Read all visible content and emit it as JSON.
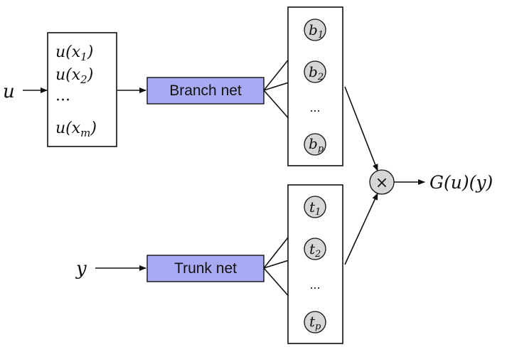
{
  "colors": {
    "net_box_fill": "#a9aaf4",
    "node_fill": "#d6d6d6",
    "stroke": "#111111"
  },
  "input": {
    "u": "u",
    "y": "y"
  },
  "sensors": {
    "items": [
      {
        "base": "u(x",
        "sub": "1",
        "close": ")"
      },
      {
        "base": "u(x",
        "sub": "2",
        "close": ")"
      },
      {
        "base": "···",
        "sub": "",
        "close": ""
      },
      {
        "base": "u(x",
        "sub": "m",
        "close": ")"
      }
    ]
  },
  "branch_net": {
    "label": "Branch net"
  },
  "trunk_net": {
    "label": "Trunk net"
  },
  "branch_outputs": {
    "nodes": [
      {
        "base": "b",
        "sub": "1"
      },
      {
        "base": "b",
        "sub": "2"
      },
      {
        "base": "b",
        "sub": "p"
      }
    ],
    "ellipsis": "..."
  },
  "trunk_outputs": {
    "nodes": [
      {
        "base": "t",
        "sub": "1"
      },
      {
        "base": "t",
        "sub": "2"
      },
      {
        "base": "t",
        "sub": "p"
      }
    ],
    "ellipsis": "..."
  },
  "product": {
    "symbol": "×"
  },
  "output": {
    "label": "G(u)(y)"
  }
}
